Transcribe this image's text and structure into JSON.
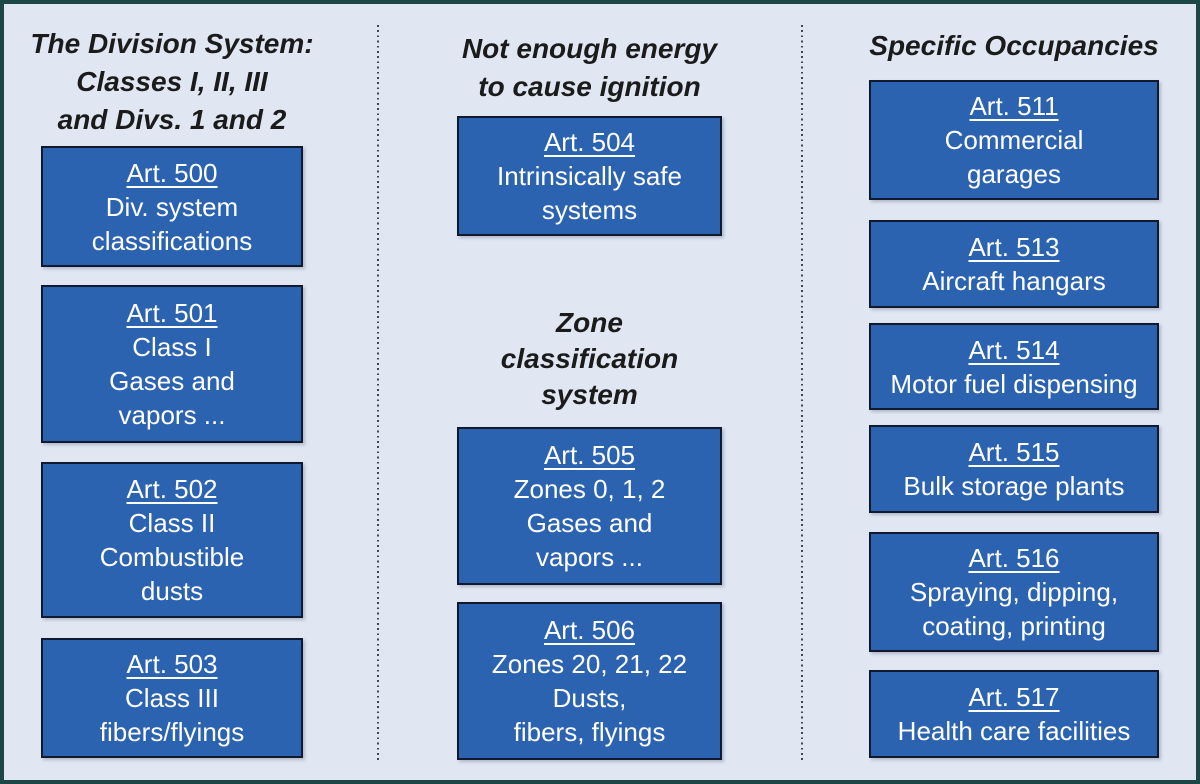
{
  "title": "NEC hazardous location article classification diagram",
  "colors": {
    "page_bg": "#e0e6f2",
    "page_border": "#1d4747",
    "box_fill": "#2b63b1",
    "box_border": "#10192e",
    "box_text": "#ffffff",
    "header_text": "#1b1b1b",
    "divider": "#41454f"
  },
  "columns": [
    {
      "id": "division-system",
      "header_lines": [
        "The Division System:",
        "Classes I, II, III",
        "and Divs. 1 and 2"
      ],
      "boxes": [
        {
          "article": "Art. 500",
          "lines": [
            "Div. system",
            "classifications"
          ]
        },
        {
          "article": "Art. 501",
          "lines": [
            "Class I",
            "Gases and",
            "vapors ..."
          ]
        },
        {
          "article": "Art. 502",
          "lines": [
            "Class II",
            "Combustible",
            "dusts"
          ]
        },
        {
          "article": "Art. 503",
          "lines": [
            "Class III",
            "fibers/flyings"
          ]
        }
      ]
    },
    {
      "id": "zone-system",
      "sections": [
        {
          "header_lines": [
            "Not enough energy",
            "to cause ignition"
          ],
          "boxes": [
            {
              "article": "Art. 504",
              "lines": [
                "Intrinsically safe",
                "systems"
              ]
            }
          ]
        },
        {
          "header_lines": [
            "Zone",
            "classification",
            "system"
          ],
          "boxes": [
            {
              "article": "Art. 505",
              "lines": [
                "Zones 0, 1, 2",
                "Gases and",
                "vapors ..."
              ]
            },
            {
              "article": "Art. 506",
              "lines": [
                "Zones 20, 21, 22",
                "Dusts,",
                "fibers, flyings"
              ]
            }
          ]
        }
      ]
    },
    {
      "id": "specific-occupancies",
      "header_lines": [
        "Specific Occupancies"
      ],
      "boxes": [
        {
          "article": "Art. 511",
          "lines": [
            "Commercial",
            "garages"
          ]
        },
        {
          "article": "Art. 513",
          "lines": [
            "Aircraft hangars"
          ]
        },
        {
          "article": "Art. 514",
          "lines": [
            "Motor fuel dispensing"
          ]
        },
        {
          "article": "Art. 515",
          "lines": [
            "Bulk storage plants"
          ]
        },
        {
          "article": "Art. 516",
          "lines": [
            "Spraying, dipping,",
            "coating, printing"
          ]
        },
        {
          "article": "Art. 517",
          "lines": [
            "Health care facilities"
          ]
        }
      ]
    }
  ]
}
